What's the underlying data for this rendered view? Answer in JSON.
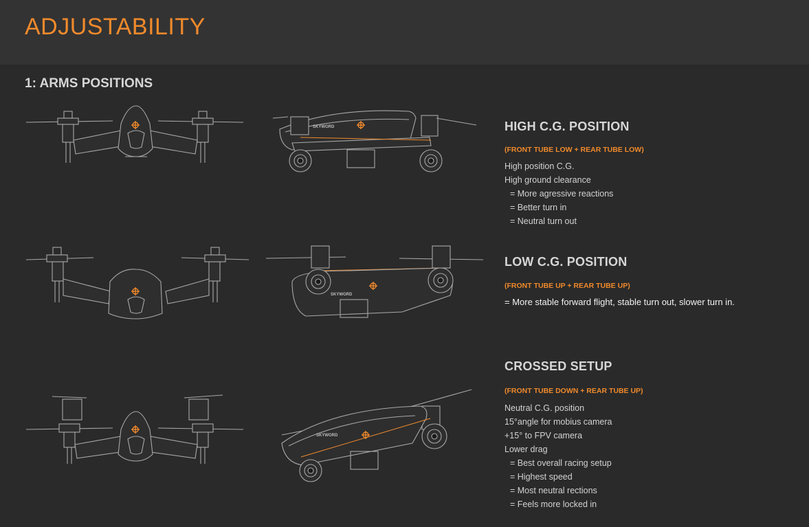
{
  "header": {
    "title": "ADJUSTABILITY"
  },
  "section": {
    "title": "1: ARMS POSITIONS"
  },
  "diagram": {
    "brand_text": "SKYWORD"
  },
  "colors": {
    "accent": "#f08a2c",
    "header_bg": "#333333",
    "page_bg": "#2a2a2a"
  },
  "positions": [
    {
      "title": "HIGH C.G. POSITION",
      "subtitle": "(FRONT TUBE LOW + REAR TUBE LOW)",
      "lines": [
        "High position C.G.",
        "High ground clearance",
        "= More agressive reactions",
        "= Better turn in",
        "= Neutral turn out"
      ]
    },
    {
      "title": "LOW C.G. POSITION",
      "subtitle": "(FRONT TUBE UP + REAR TUBE UP)",
      "lines": [
        "= More stable forward flight, stable turn out, slower turn in."
      ]
    },
    {
      "title": "CROSSED SETUP",
      "subtitle": "(FRONT TUBE DOWN + REAR TUBE UP)",
      "lines": [
        "Neutral C.G. position",
        "15°angle for mobius camera",
        "+15° to FPV camera",
        "Lower drag",
        "= Best overall racing setup",
        "= Highest speed",
        "= Most neutral rections",
        "= Feels more locked in"
      ]
    }
  ]
}
